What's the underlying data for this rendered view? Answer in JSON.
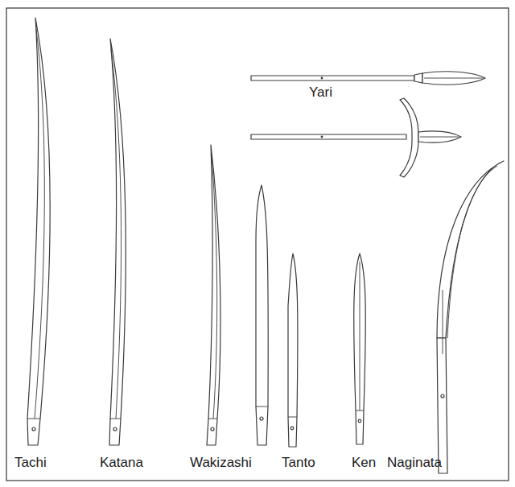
{
  "diagram": {
    "labels": [
      "Yari",
      "Tachi",
      "Katana",
      "Wakizashi",
      "Tanto",
      "Ken",
      "Naginata"
    ]
  }
}
